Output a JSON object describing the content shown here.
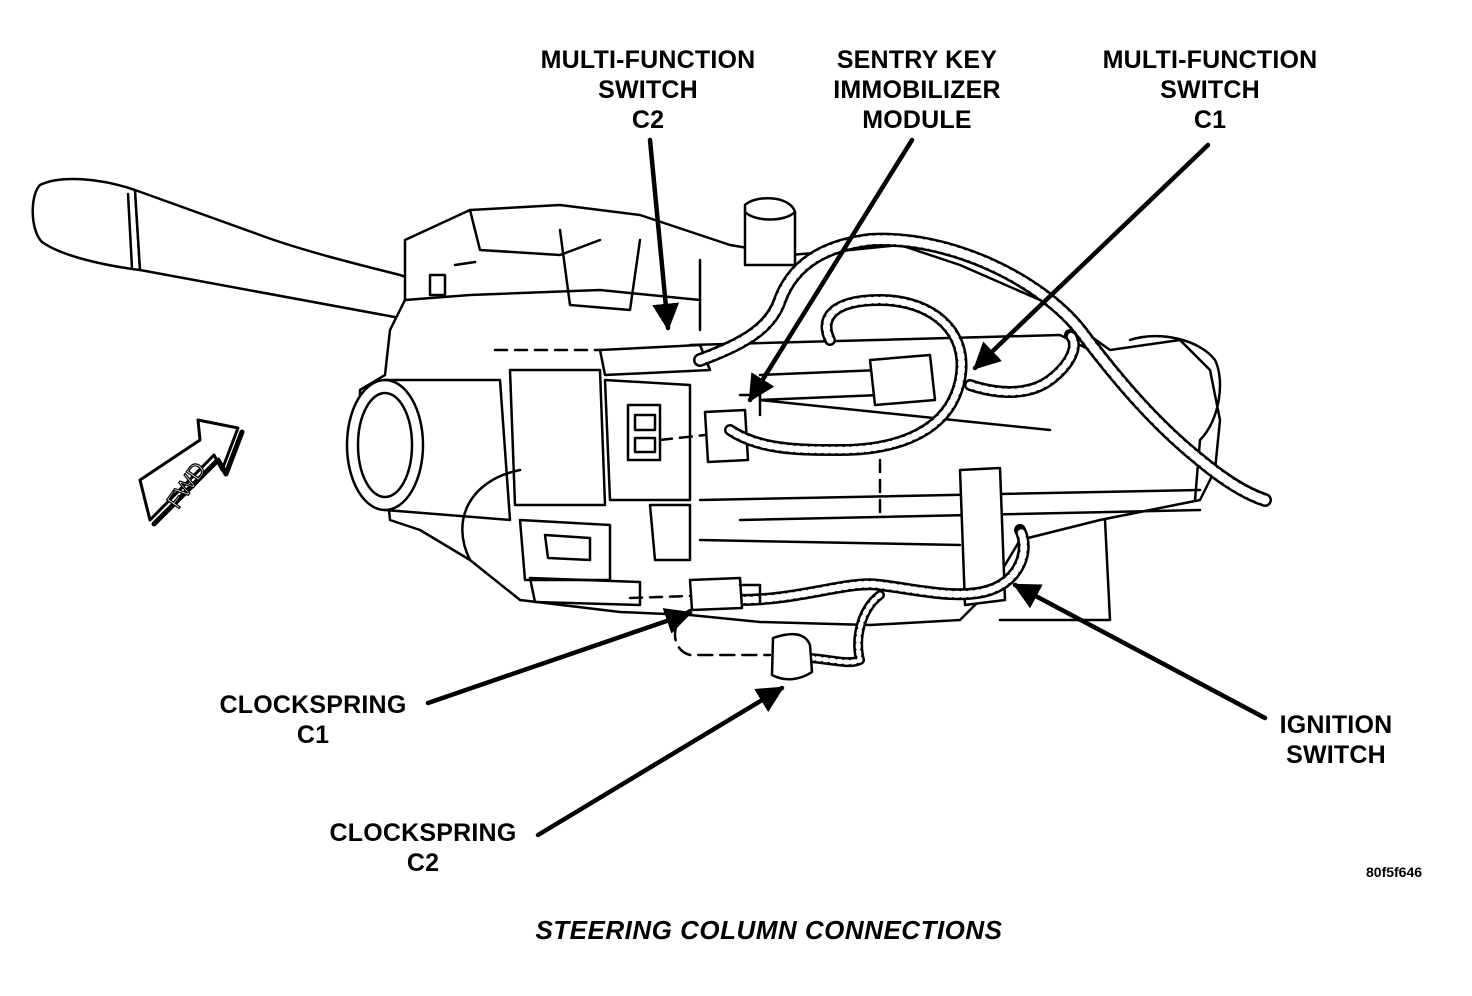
{
  "callouts": {
    "mfs_c2": [
      "MULTI-FUNCTION",
      "SWITCH",
      "C2"
    ],
    "skim": [
      "SENTRY KEY",
      "IMMOBILIZER",
      "MODULE"
    ],
    "mfs_c1": [
      "MULTI-FUNCTION",
      "SWITCH",
      "C1"
    ],
    "clockspring_c1": [
      "CLOCKSPRING",
      "C1"
    ],
    "clockspring_c2": [
      "CLOCKSPRING",
      "C2"
    ],
    "ignition_switch": [
      "IGNITION",
      "SWITCH"
    ]
  },
  "fwd_marker": "FWD",
  "figure_id": "80f5f646",
  "caption": "STEERING COLUMN CONNECTIONS"
}
